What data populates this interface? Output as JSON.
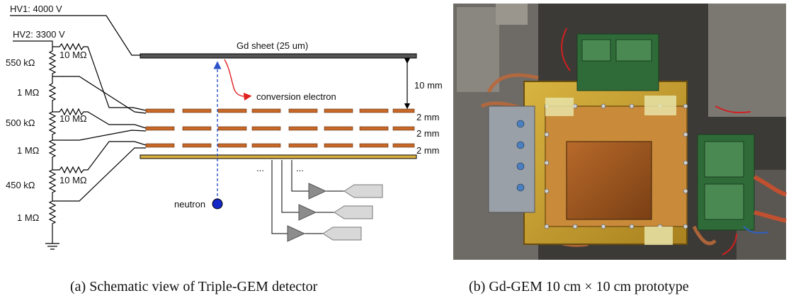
{
  "schematic": {
    "hv1": "HV1: 4000 V",
    "hv2": "HV2: 3300 V",
    "resistors": {
      "r550k": "550 kΩ",
      "r1m_a": "1 MΩ",
      "r500k": "500 kΩ",
      "r1m_b": "1 MΩ",
      "r450k": "450 kΩ",
      "r1m_c": "1 MΩ",
      "r10m_a": "10 MΩ",
      "r10m_b": "10 MΩ",
      "r10m_c": "10 MΩ"
    },
    "gd_sheet": "Gd sheet (25 um)",
    "conversion_electron": "conversion electron",
    "neutron": "neutron",
    "gaps": {
      "drift": "10 mm",
      "gap1": "2 mm",
      "gap2": "2 mm",
      "gap3": "2 mm"
    },
    "ellipsis_left": "...",
    "ellipsis_right": "..."
  },
  "captions": {
    "a": "(a) Schematic view of Triple-GEM detector",
    "b": "(b) Gd-GEM 10 cm × 10 cm prototype"
  },
  "colors": {
    "gem_foil": "#c8692a",
    "readout_board": "#d9b040",
    "gd_sheet": "#505050",
    "neutron_path": "#2b52c8",
    "neutron_dot": "#1428c8",
    "electron_path": "#e02020",
    "amplifier": "#8c8c8c",
    "shaper": "#d8d8d8",
    "photo_bg": "#3c3a36",
    "gold_plate": "#c9a030",
    "pcb_green": "#2f6b38"
  }
}
